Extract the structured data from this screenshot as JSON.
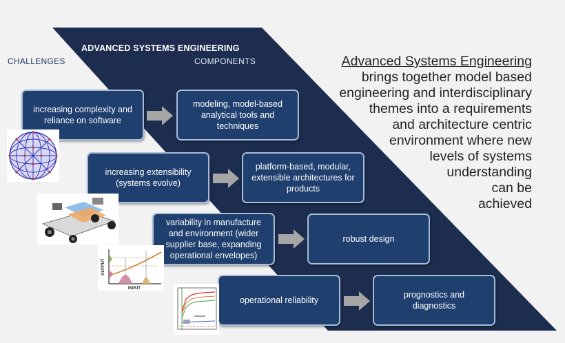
{
  "header": {
    "band_title": "ADVANCED SYSTEMS ENGINEERING",
    "challenges_label": "CHALLENGES",
    "components_label": "COMPONENTS"
  },
  "description": {
    "title": "Advanced Systems Engineering",
    "lines": [
      "brings together model based",
      "engineering and interdisciplinary",
      "themes into a requirements",
      "and architecture centric",
      "environment where new",
      "levels of systems",
      "understanding",
      "can be",
      "achieved"
    ]
  },
  "rows": [
    {
      "challenge": [
        "increasing complexity and",
        "reliance on software"
      ],
      "component": [
        "modeling, model-based",
        "analytical tools and",
        "techniques"
      ]
    },
    {
      "challenge": [
        "increasing extensibility",
        "(systems evolve)"
      ],
      "component": [
        "platform-based, modular,",
        "extensible architectures for",
        "products"
      ]
    },
    {
      "challenge": [
        "variability in manufacture",
        "and environment (wider",
        "supplier base, expanding",
        "operational envelopes)"
      ],
      "component": [
        "robust design"
      ]
    },
    {
      "challenge": [
        "operational reliability"
      ],
      "component": [
        "prognostics and",
        "diagnostics"
      ]
    }
  ],
  "images": [
    {
      "name": "geodesic-sphere",
      "labels": []
    },
    {
      "name": "vehicle-architecture",
      "labels": []
    },
    {
      "name": "input-output-plot",
      "labels": [
        "OUTPUT",
        "INPUT"
      ]
    },
    {
      "name": "sensor-trace-plot",
      "labels": []
    }
  ],
  "colors": {
    "band": "#1c2d4f",
    "box_fill": "#1f3f6e",
    "box_border": "#a9bcd6",
    "arrow": "#a6a6a6",
    "background": "#f2f2f2"
  }
}
